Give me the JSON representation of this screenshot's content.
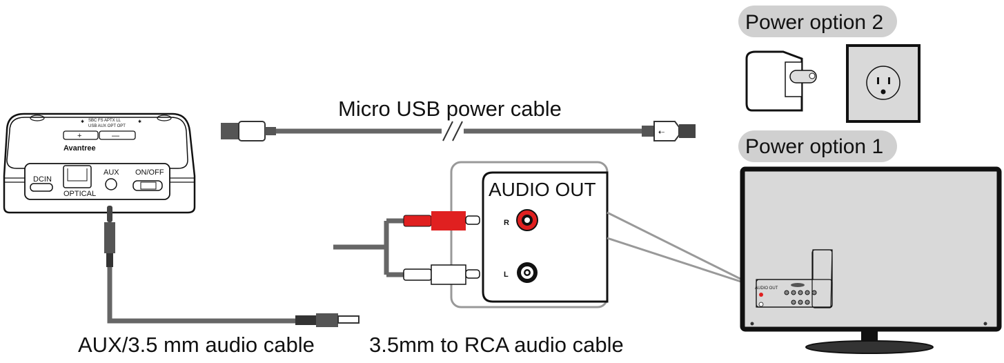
{
  "labels": {
    "power_option_2": "Power option 2",
    "power_option_1": "Power option 1",
    "micro_usb_cable": "Micro USB power cable",
    "aux_cable": "AUX/3.5 mm audio cable",
    "rca_cable": "3.5mm to RCA audio cable",
    "audio_out": "AUDIO OUT",
    "right_channel": "R",
    "left_channel": "L"
  },
  "device": {
    "brand": "Avantree",
    "top_indicators": "SBC FS APTX LL",
    "top_inputs": "USB AUX OPT OPT",
    "button_plus": "+",
    "button_minus": "—",
    "ports": {
      "dcin": "DCIN",
      "optical": "OPTICAL",
      "aux": "AUX",
      "onoff": "ON/OFF"
    }
  },
  "tv": {
    "port_label": "AUDIO OUT"
  },
  "colors": {
    "rca_red": "#e02020",
    "cable_gray": "#666666",
    "panel_gray": "#d9d9d9",
    "pill_gray": "#d0d0d0"
  }
}
